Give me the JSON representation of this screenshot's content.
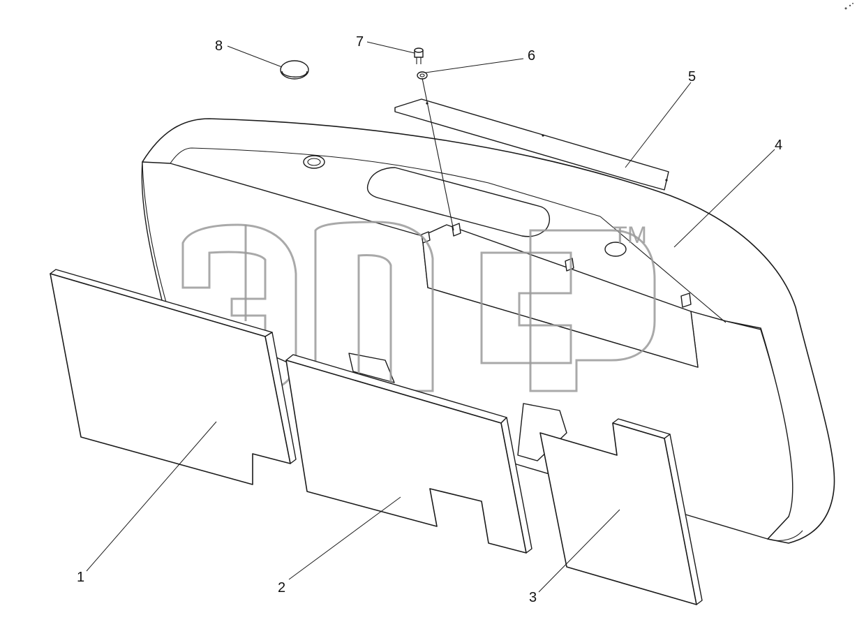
{
  "diagram": {
    "callouts": [
      {
        "id": "1",
        "label": "1"
      },
      {
        "id": "2",
        "label": "2"
      },
      {
        "id": "3",
        "label": "3"
      },
      {
        "id": "4",
        "label": "4"
      },
      {
        "id": "5",
        "label": "5"
      },
      {
        "id": "6",
        "label": "6"
      },
      {
        "id": "7",
        "label": "7"
      },
      {
        "id": "8",
        "label": "8"
      }
    ]
  },
  "watermark": {
    "trademark": "TM"
  },
  "colors": {
    "line": "#1a1a1a",
    "watermark": "#9a9a9a",
    "background": "#ffffff"
  }
}
